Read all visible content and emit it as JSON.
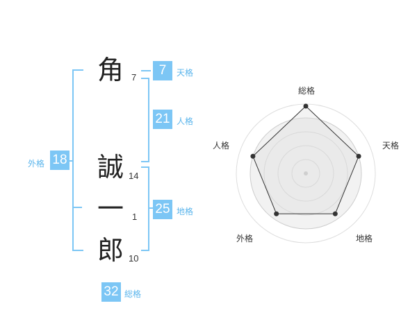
{
  "name_chars": [
    {
      "char": "角",
      "strokes": "7"
    },
    {
      "char": "誠",
      "strokes": "14"
    },
    {
      "char": "一",
      "strokes": "1"
    },
    {
      "char": "郎",
      "strokes": "10"
    }
  ],
  "kakusu": {
    "tenkaku": {
      "value": "7",
      "label": "天格"
    },
    "jinkaku": {
      "value": "21",
      "label": "人格"
    },
    "chikaku": {
      "value": "25",
      "label": "地格"
    },
    "gaikaku": {
      "value": "18",
      "label": "外格"
    },
    "soukaku": {
      "value": "32",
      "label": "総格"
    }
  },
  "colors": {
    "accent": "#7cc6f5",
    "label": "#5bb5ec"
  },
  "chart_data": {
    "type": "radar",
    "categories": [
      "総格",
      "天格",
      "地格",
      "外格",
      "人格"
    ],
    "values": [
      0.97,
      0.8,
      0.72,
      0.72,
      0.8
    ],
    "rlim": [
      0,
      1
    ],
    "rings": 5
  }
}
